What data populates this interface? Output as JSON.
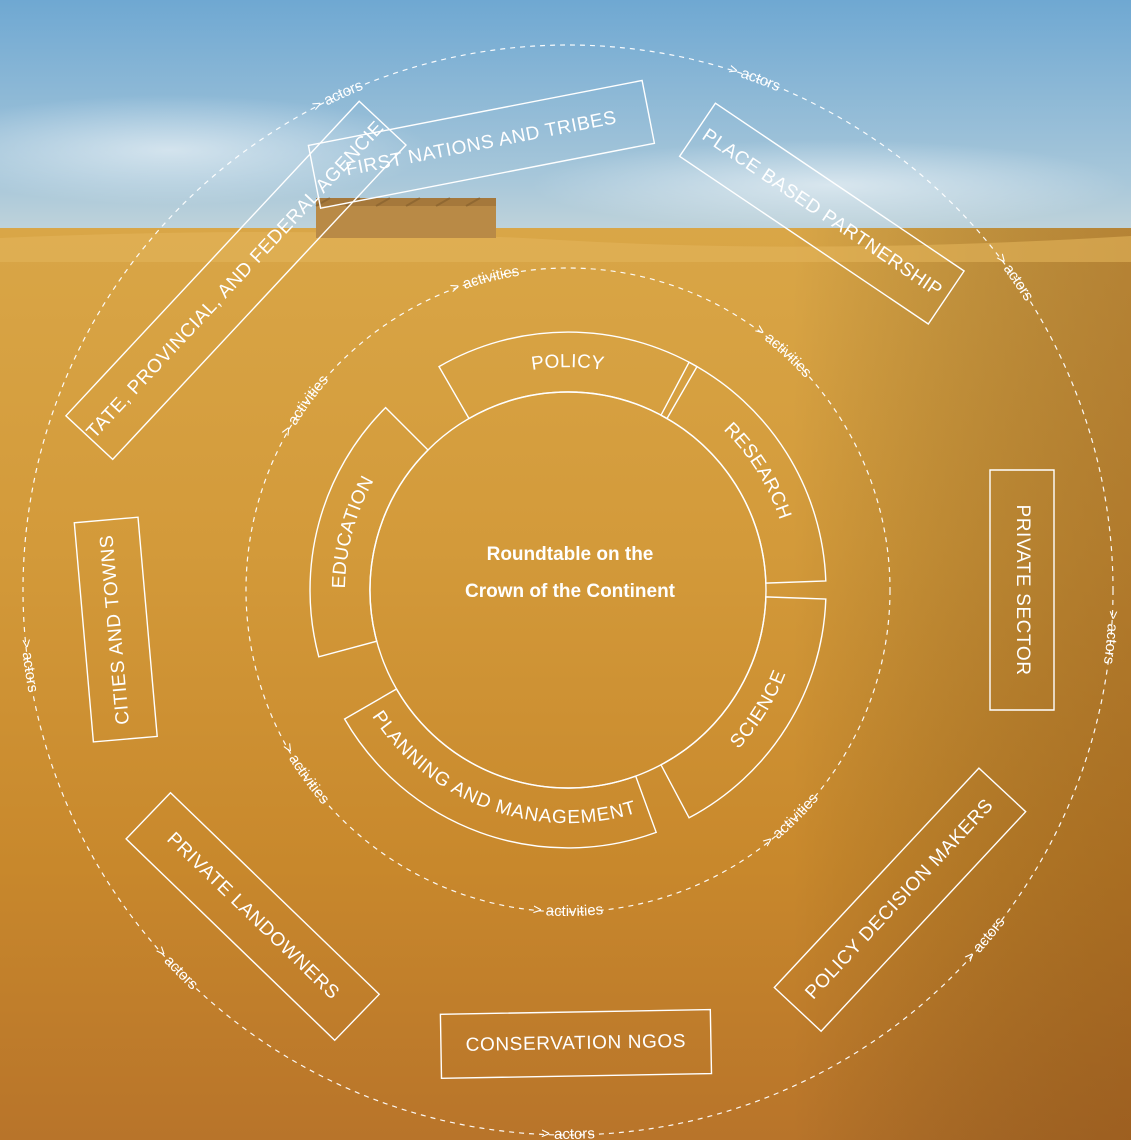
{
  "center": {
    "title_line1": "Roundtable on the",
    "title_line2": "Crown of the Continent"
  },
  "activities": [
    {
      "key": "policy",
      "label": "POLICY"
    },
    {
      "key": "research",
      "label": "RESEARCH"
    },
    {
      "key": "science",
      "label": "SCIENCE"
    },
    {
      "key": "planning",
      "label": "PLANNING AND MANAGEMENT"
    },
    {
      "key": "education",
      "label": "EDUCATION"
    }
  ],
  "actors": [
    {
      "key": "first-nations",
      "label": "FIRST NATIONS AND TRIBES"
    },
    {
      "key": "place-based",
      "label": "PLACE BASED PARTNERSHIP"
    },
    {
      "key": "private-sector",
      "label": "PRIVATE SECTOR"
    },
    {
      "key": "policy-decision-makers",
      "label": "POLICY DECISION MAKERS"
    },
    {
      "key": "conservation-ngos",
      "label": "CONSERVATION NGOS"
    },
    {
      "key": "private-landowners",
      "label": "PRIVATE LANDOWNERS"
    },
    {
      "key": "cities-towns",
      "label": "CITIES AND TOWNS"
    },
    {
      "key": "state-provincial-federal",
      "label": "STATE, PROVINCIAL, AND FEDERAL AGENCIES"
    }
  ],
  "ring_labels": {
    "activities": "> activities",
    "actors": "> actors"
  },
  "colors": {
    "sky_top": "#7fb2d6",
    "sky_bottom": "#bcd4df",
    "field_light": "#d9a444",
    "field_mid": "#c98a2e",
    "field_dark": "#a8621f",
    "line": "#ffffff"
  }
}
